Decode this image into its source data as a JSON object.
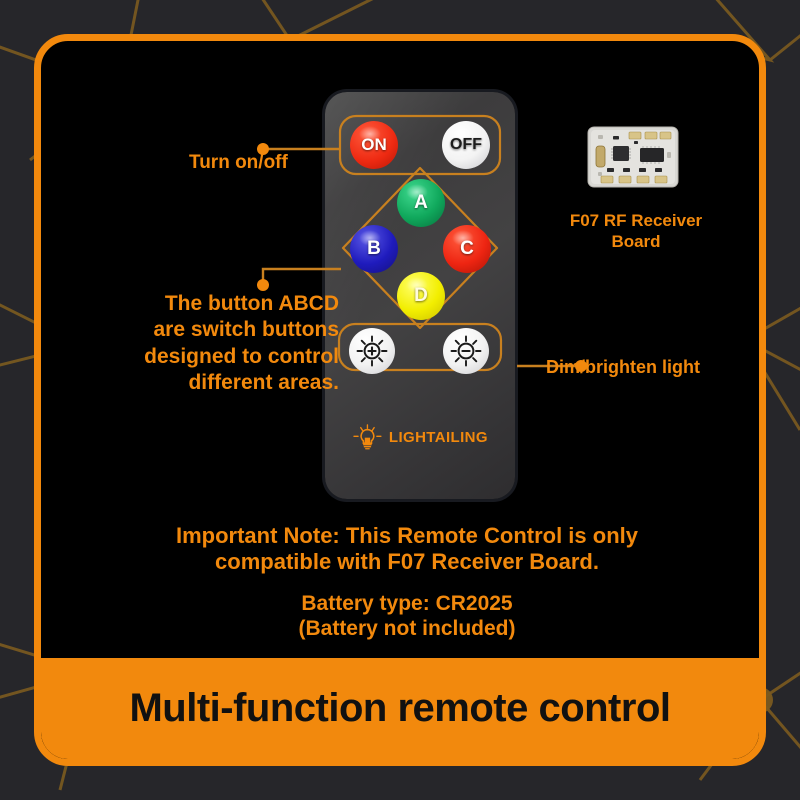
{
  "banner": {
    "title": "Multi-function remote control"
  },
  "theme": {
    "accent": "#f2890d",
    "panel_bg": "#000000",
    "page_bg": "#26262a",
    "banner_text": "#111111"
  },
  "callouts": {
    "on_off": "Turn on/off",
    "abcd": "The button ABCD\nare switch buttons\ndesigned to control\ndifferent areas.",
    "abcd_lines": [
      "The button ABCD",
      "are switch buttons",
      "designed to control",
      "different areas."
    ],
    "dim": "Dim/brighten light"
  },
  "remote": {
    "buttons": [
      {
        "id": "on",
        "label": "ON",
        "color": "#ee2a12",
        "shape": "circle"
      },
      {
        "id": "off",
        "label": "OFF",
        "color": "#ffffff",
        "shape": "circle"
      },
      {
        "id": "a",
        "label": "A",
        "color": "#10a85c",
        "shape": "circle"
      },
      {
        "id": "b",
        "label": "B",
        "color": "#1f1bbd",
        "shape": "circle"
      },
      {
        "id": "c",
        "label": "C",
        "color": "#ee2512",
        "shape": "circle"
      },
      {
        "id": "d",
        "label": "D",
        "color": "#f2ee00",
        "shape": "circle"
      }
    ],
    "dim_buttons": [
      {
        "id": "brighten",
        "icon": "brightness-up-icon",
        "symbol": "+"
      },
      {
        "id": "dim",
        "icon": "brightness-down-icon",
        "symbol": "−"
      }
    ],
    "brand": "LIGHTAILING",
    "brand_icon": "light-bulb-icon"
  },
  "receiver": {
    "caption_lines": [
      "F07 RF Receiver",
      "Board"
    ],
    "caption": "F07 RF Receiver Board"
  },
  "notes": {
    "important_line1": "Important Note: This Remote Control is only",
    "important_line2": "compatible with F07 Receiver Board.",
    "battery_line1": "Battery type: CR2025",
    "battery_line2": "(Battery not included)"
  }
}
